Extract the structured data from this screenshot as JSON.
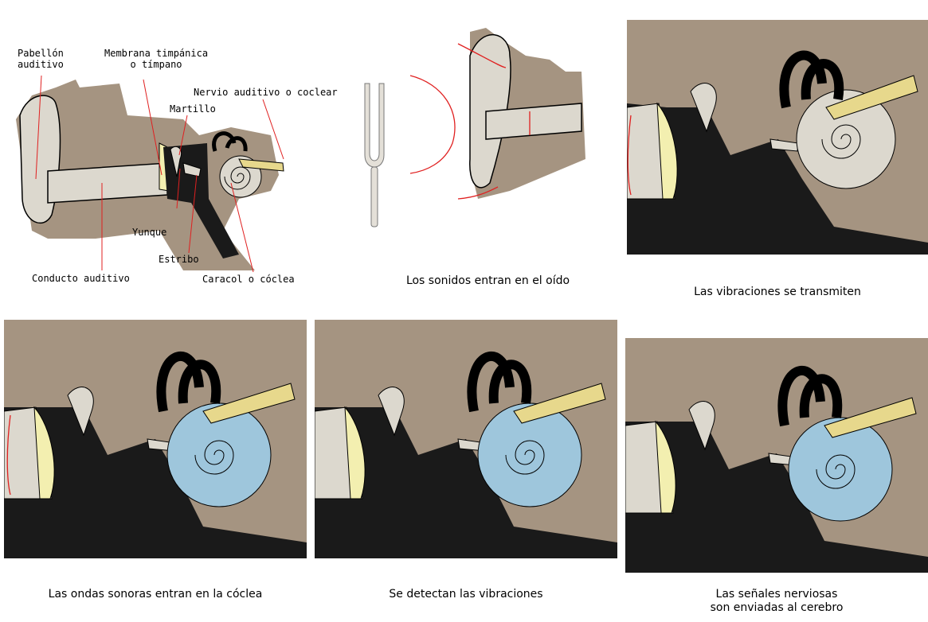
{
  "labels": {
    "pabellon": [
      "Pabellón",
      "auditivo"
    ],
    "membrana": [
      "Membrana timpánica",
      "o tímpano"
    ],
    "martillo": "Martillo",
    "nervio": "Nervio auditivo o coclear",
    "yunque": "Yunque",
    "estribo": "Estribo",
    "conducto": "Conducto auditivo",
    "caracol": "Caracol o cóclea"
  },
  "captions": {
    "p2": "Los sonidos entran en el oído",
    "p3": "Las vibraciones se transmiten",
    "p4": "Las ondas sonoras entran en la cóclea",
    "p5": "Se detectan las vibraciones",
    "p6": [
      "Las señales nerviosas",
      "son enviadas al cerebro"
    ]
  },
  "colors": {
    "tissue": "#a59481",
    "bone": "#dcd8ce",
    "dark": "#1a1a1a",
    "cochlea_blue": "#9ec6dc",
    "nerve": "#e7d88c",
    "eardrum": "#f3efb0",
    "sound_wave": "#e02020"
  },
  "icons": [
    "tuning-fork-icon"
  ]
}
